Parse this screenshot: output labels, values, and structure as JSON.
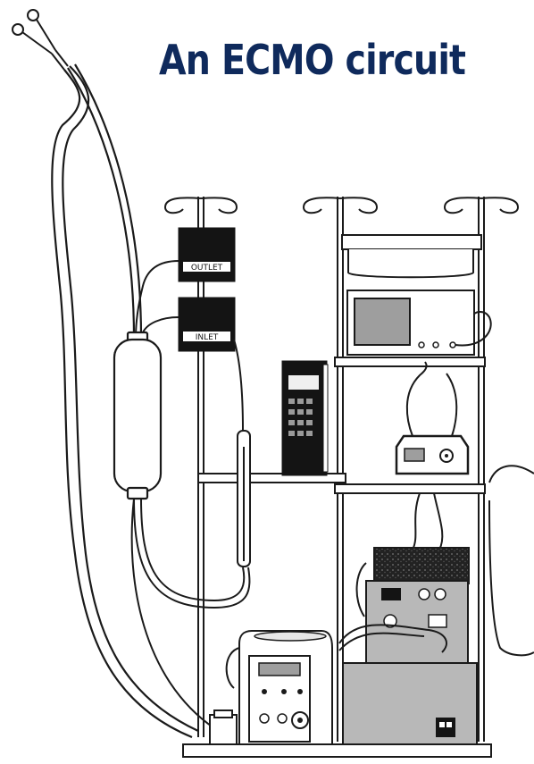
{
  "title": "An ECMO circuit",
  "labels": {
    "outlet": "OUTLET",
    "inlet": "INLET"
  },
  "colors": {
    "title": "#0f2a5c",
    "line": "#1a1a1a",
    "dark_box": "#141414",
    "gray_machine": "#b8b8b8"
  }
}
